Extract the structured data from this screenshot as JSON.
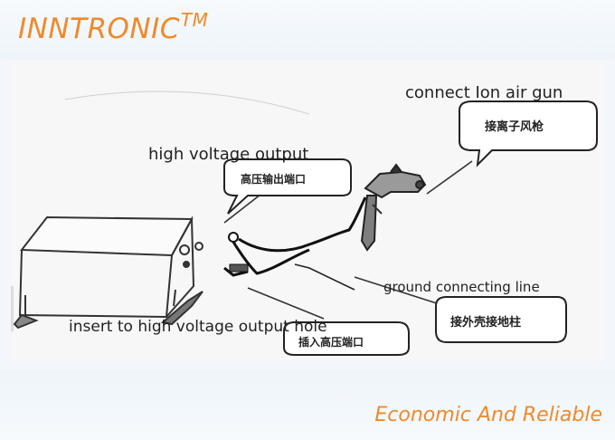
{
  "header": {
    "brand": "INNTRONIC",
    "trademark": "TM"
  },
  "diagram": {
    "labels": {
      "ion_gun_en": "connect Ion air gun",
      "ion_gun_cn": "接离子风枪",
      "hv_output_en": "high voltage output",
      "hv_output_cn": "高压输出端口",
      "ground_en": "ground connecting line",
      "ground_cn": "接外壳接地柱",
      "insert_en": "insert to high voltage output hole",
      "insert_cn": "插入高压端口"
    }
  },
  "footer": {
    "tagline": "Economic And Reliable"
  },
  "colors": {
    "brand_orange": "#ee8a2c",
    "ink": "#222222"
  }
}
